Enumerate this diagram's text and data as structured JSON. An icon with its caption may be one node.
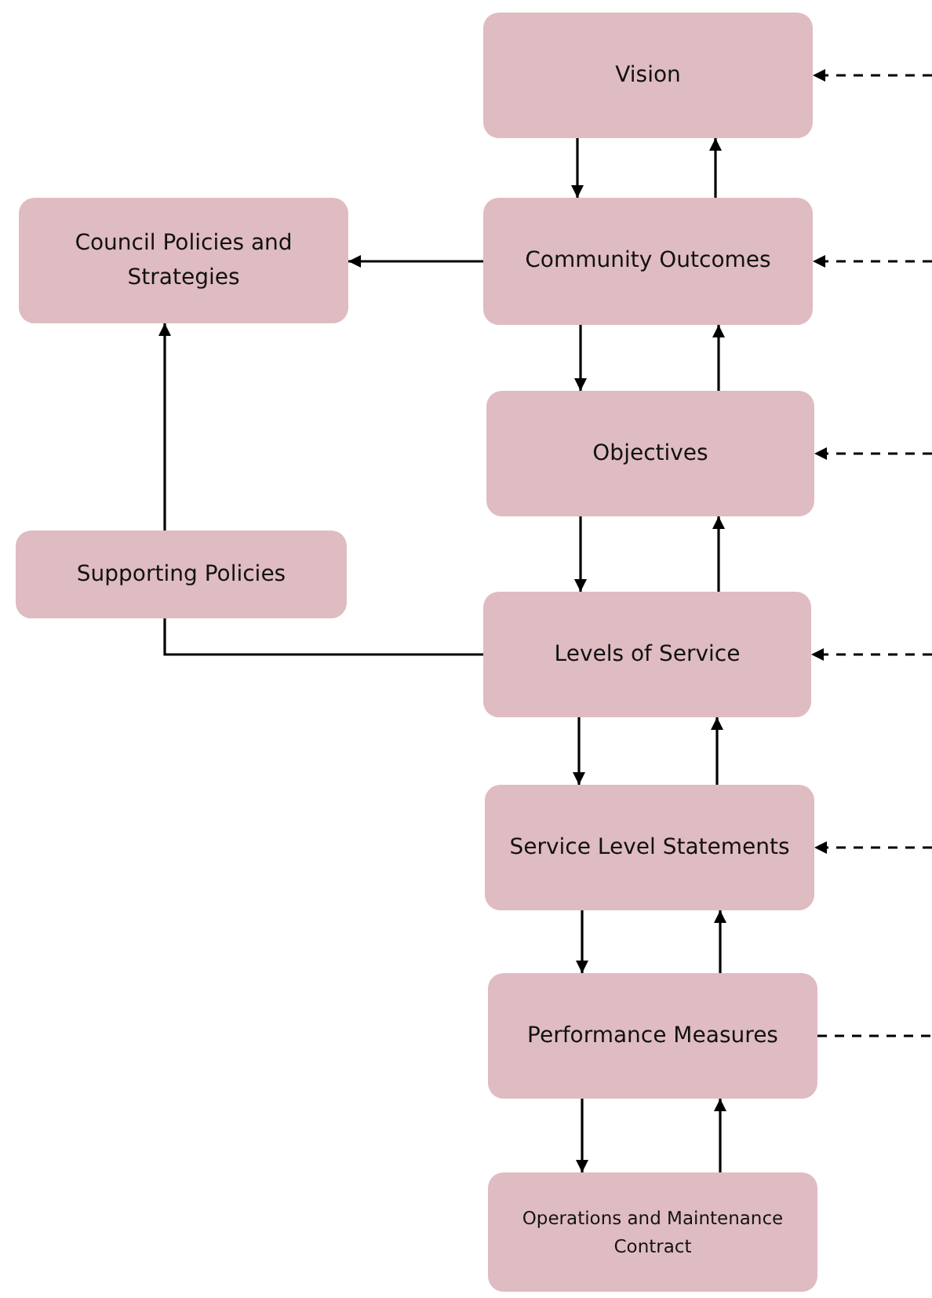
{
  "diagram": {
    "nodes": [
      {
        "text": [
          "Vision"
        ]
      },
      {
        "text": [
          "Council Policies and Strategies"
        ]
      },
      {
        "text": [
          "Community Outcomes"
        ]
      },
      {
        "text": [
          "Objectives"
        ]
      },
      {
        "text": [
          "Supporting Policies"
        ]
      },
      {
        "text": [
          "Levels of Service"
        ]
      },
      {
        "text": [
          "Service Level Statements"
        ]
      },
      {
        "text": [
          "Performance Measures"
        ]
      },
      {
        "text": [
          "Operations and Maintenance Contract"
        ]
      }
    ],
    "edges": [
      {
        "from": 0,
        "to": 2,
        "arrow": "to"
      },
      {
        "from": 2,
        "to": 0,
        "arrow": "to"
      },
      {
        "from": 2,
        "to": 1,
        "arrow": "to"
      },
      {
        "from": 2,
        "to": 3,
        "arrow": "to"
      },
      {
        "from": 3,
        "to": 2,
        "arrow": "to"
      },
      {
        "from": 3,
        "to": 5,
        "arrow": "to"
      },
      {
        "from": 5,
        "to": 3,
        "arrow": "to"
      },
      {
        "from": 5,
        "to": 4,
        "arrow": "none"
      },
      {
        "from": 4,
        "to": 1,
        "arrow": "to"
      },
      {
        "from": 5,
        "to": 6,
        "arrow": "to"
      },
      {
        "from": 6,
        "to": 5,
        "arrow": "to"
      },
      {
        "from": 6,
        "to": 7,
        "arrow": "to"
      },
      {
        "from": 7,
        "to": 6,
        "arrow": "to"
      },
      {
        "from": 7,
        "to": 8,
        "arrow": "to"
      },
      {
        "from": 8,
        "to": 7,
        "arrow": "to"
      },
      {
        "from": null,
        "to": 0,
        "arrow": "to",
        "style": "dashed"
      },
      {
        "from": null,
        "to": 2,
        "arrow": "to",
        "style": "dashed"
      },
      {
        "from": null,
        "to": 3,
        "arrow": "to",
        "style": "dashed"
      },
      {
        "from": null,
        "to": 5,
        "arrow": "to",
        "style": "dashed"
      },
      {
        "from": null,
        "to": 6,
        "arrow": "to",
        "style": "dashed"
      },
      {
        "from": 7,
        "to": null,
        "arrow": "none",
        "style": "dashed"
      }
    ]
  }
}
